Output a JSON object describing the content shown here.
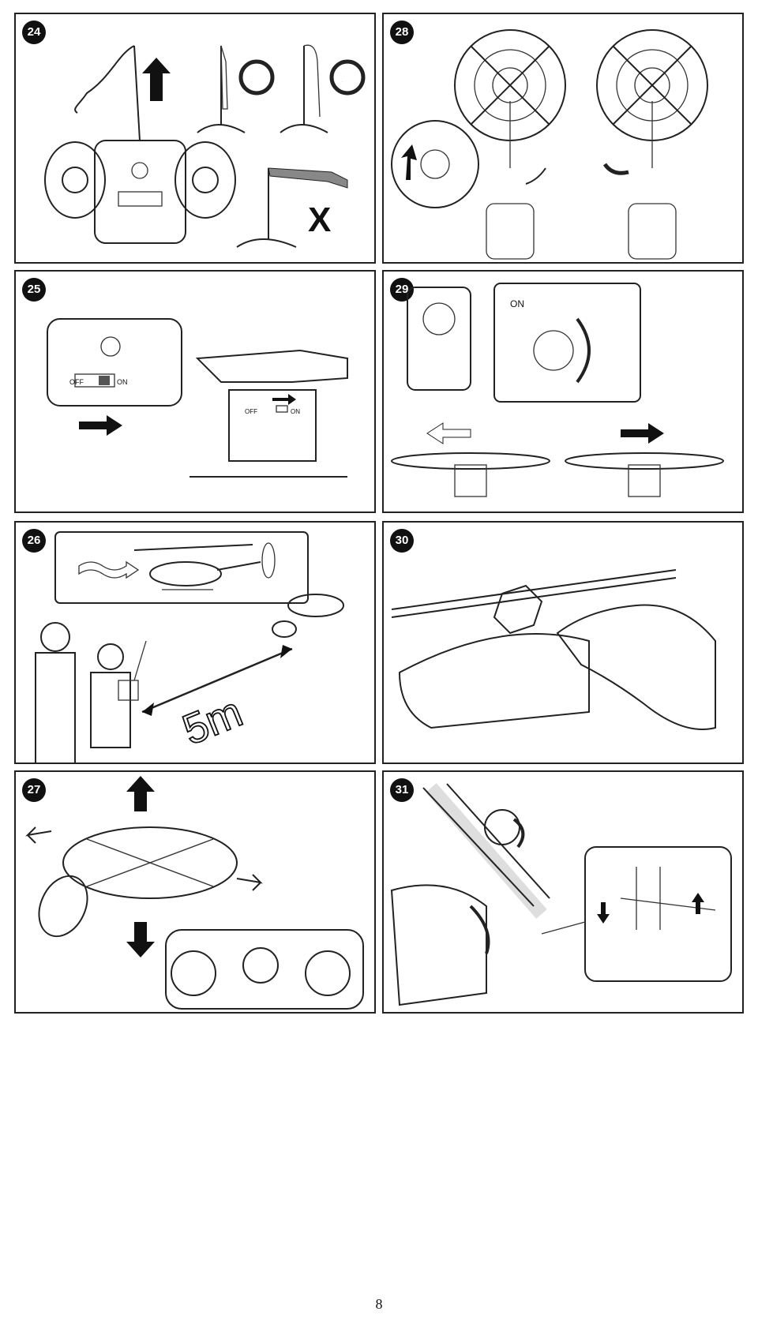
{
  "panels": {
    "p24": {
      "number": "24",
      "mark_ok_1": "O",
      "mark_ok_2": "O",
      "mark_ng": "X"
    },
    "p25": {
      "number": "25",
      "switch_off": "OFF",
      "switch_on": "ON",
      "switch_off_2": "OFF",
      "switch_on_2": "ON"
    },
    "p26": {
      "number": "26",
      "distance": "5m"
    },
    "p27": {
      "number": "27"
    },
    "p28": {
      "number": "28"
    },
    "p29": {
      "number": "29",
      "switch_on": "ON"
    },
    "p30": {
      "number": "30"
    },
    "p31": {
      "number": "31"
    }
  },
  "page_number": "8"
}
